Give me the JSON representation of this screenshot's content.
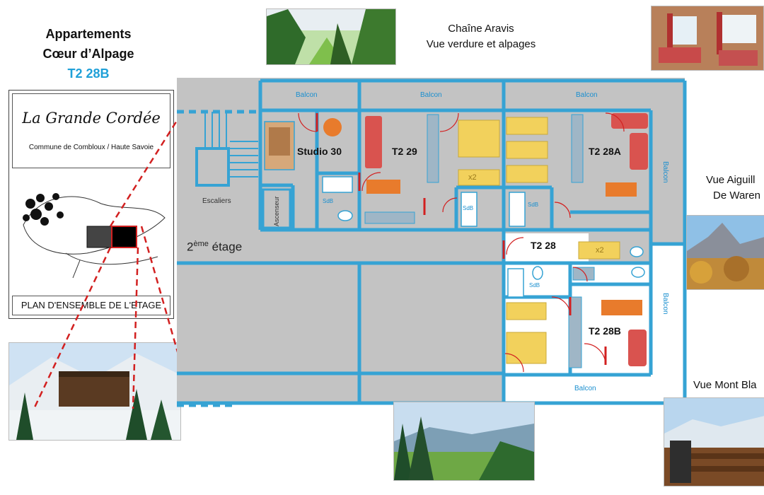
{
  "header": {
    "line1": "Appartements",
    "line2": "Cœur d’Alpage",
    "apartment": "T2 28B"
  },
  "captions": {
    "aravis_1": "Chaîne Aravis",
    "aravis_2": "Vue verdure et alpages",
    "aiguille_1": "Vue  Aiguill",
    "aiguille_2": "De Waren",
    "mont_blanc": "Vue  Mont Bla"
  },
  "card": {
    "brand": "La Grande Cordée",
    "commune": "Commune de Combloux / Haute Savoie",
    "plan_label": "PLAN D'ENSEMBLE DE L'ETAGE"
  },
  "plan": {
    "floor_number": "2",
    "floor_sup": "ème",
    "floor_word": "étage",
    "stairs": "Escaliers",
    "elevator": "Ascenseur",
    "balcony": "Balcon",
    "bathroom": "SdB",
    "double": "x2",
    "rooms": {
      "studio30": "Studio 30",
      "t229": "T2 29",
      "t228a": "T2 28A",
      "t228": "T2 28",
      "t228b": "T2 28B"
    }
  },
  "colors": {
    "wall": "#36a3d4",
    "floor": "#c3c3c3",
    "highlight": "#ffffff",
    "sofa": "#d9534f",
    "bed": "#f2d15c",
    "table": "#e87b2c",
    "marker": "#d22020",
    "accent_text": "#1fa0d8"
  }
}
